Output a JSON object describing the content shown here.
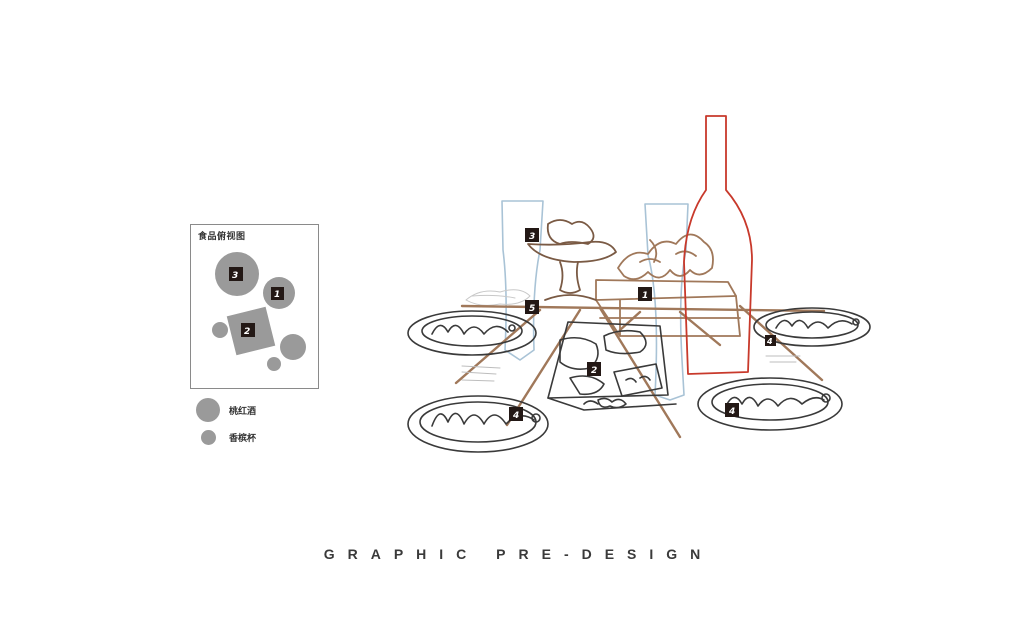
{
  "legend": {
    "title": "食品俯视图",
    "items": [
      {
        "shape": "large-circle",
        "label": "桃红酒"
      },
      {
        "shape": "small-circle",
        "label": "香槟杯"
      }
    ]
  },
  "markers": [
    "1",
    "2",
    "3",
    "4",
    "5"
  ],
  "footer": {
    "title": "GRAPHIC PRE-DESIGN"
  },
  "colors": {
    "wood": "#a0785a",
    "plate": "#3a3a3a",
    "glass": "#a9c3d6",
    "bottle": "#c8392b",
    "badge": "#231815",
    "legend_fill": "#9a9a9a"
  }
}
